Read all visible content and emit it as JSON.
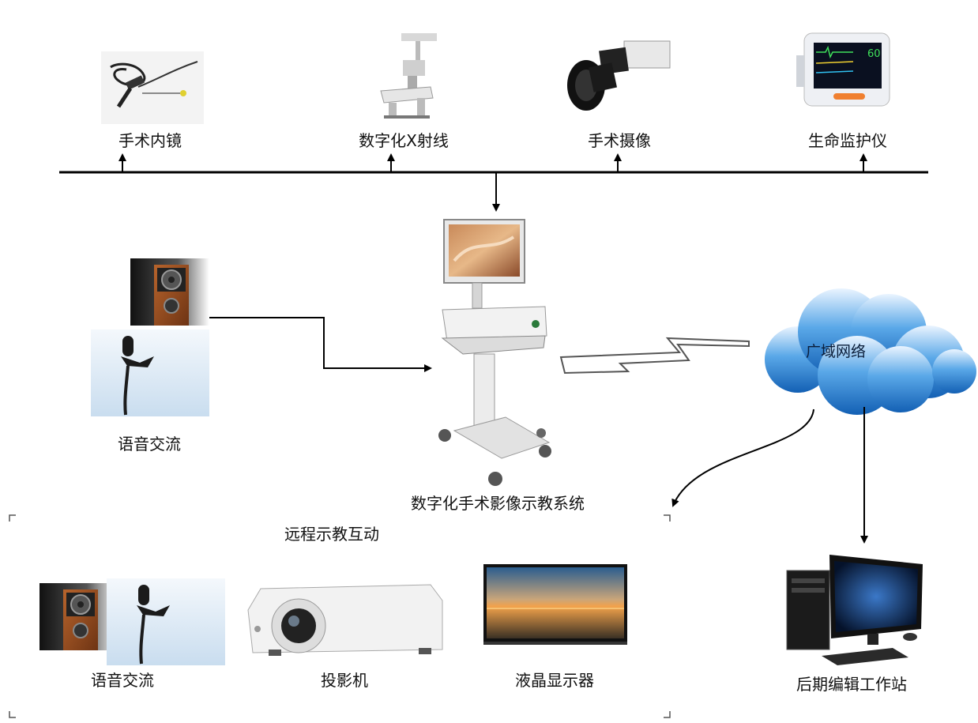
{
  "top_devices": [
    {
      "name": "手术内镜",
      "icon": "endoscope-icon"
    },
    {
      "name": "数字化X射线",
      "icon": "xray-machine-icon"
    },
    {
      "name": "手术摄像",
      "icon": "surgical-camera-icon"
    },
    {
      "name": "生命监护仪",
      "icon": "patient-monitor-icon"
    }
  ],
  "center_system": {
    "name": "数字化手术影像示教系统",
    "icon": "medical-cart-icon"
  },
  "voice_left": {
    "name": "语音交流",
    "icon": "speaker-mic-icon"
  },
  "network": {
    "name": "广域网络",
    "icon": "cloud-icon"
  },
  "remote_section": {
    "title": "远程示教互动"
  },
  "bottom_devices": [
    {
      "name": "语音交流",
      "icon": "speaker-mic-icon"
    },
    {
      "name": "投影机",
      "icon": "projector-icon"
    },
    {
      "name": "液晶显示器",
      "icon": "lcd-display-icon"
    }
  ],
  "workstation": {
    "name": "后期编辑工作站",
    "icon": "computer-workstation-icon"
  }
}
